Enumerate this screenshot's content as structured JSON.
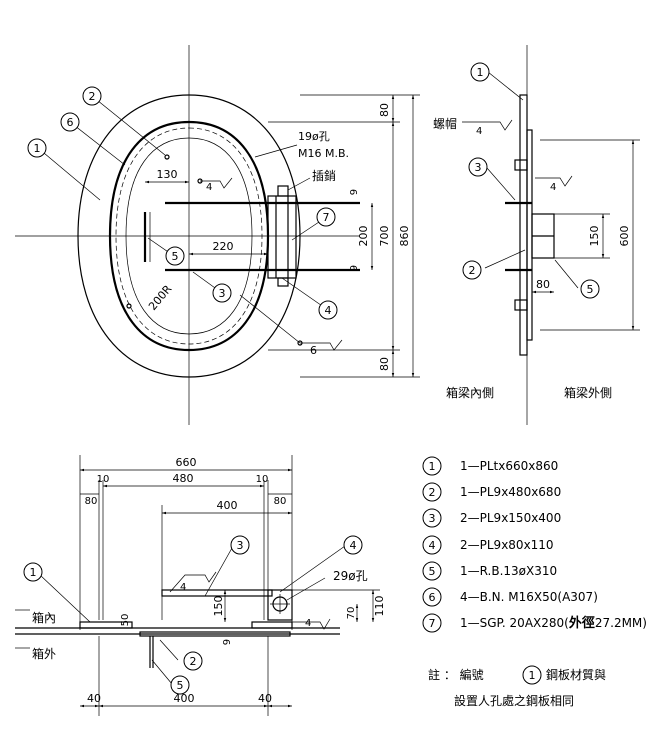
{
  "top_view": {
    "dims": {
      "d80_top": "80",
      "d700": "700",
      "d860": "860",
      "d80_bot": "80",
      "d200": "200",
      "d130": "130",
      "d220": "220",
      "d200r": "200R",
      "d9a": "9",
      "d9b": "9"
    },
    "labels": {
      "hole": "19ø孔",
      "bolt": "M16 M.B.",
      "pin": "插銷",
      "weld4a": "4",
      "weld6": "6"
    }
  },
  "side_view": {
    "dims": {
      "d600": "600",
      "d150": "150",
      "d80": "80"
    },
    "labels": {
      "nut": "螺帽",
      "weld4a": "4",
      "weld4b": "4",
      "inside": "箱梁內側",
      "outside": "箱梁外側"
    }
  },
  "section_view": {
    "dims": {
      "d660": "660",
      "d10a": "10",
      "d480": "480",
      "d10b": "10",
      "d80a": "80",
      "d80b": "80",
      "d400top": "400",
      "d150": "150",
      "d110": "110",
      "d70": "70",
      "d9": "9",
      "d40a": "40",
      "d400bot": "400",
      "d40b": "40",
      "d50": "50"
    },
    "labels": {
      "hole29": "29ø孔",
      "weld4a": "4",
      "weld4b": "4",
      "inside": "箱內",
      "outside": "箱外"
    }
  },
  "callouts": [
    "1",
    "2",
    "3",
    "4",
    "5",
    "6",
    "7"
  ],
  "legend": [
    {
      "num": "1",
      "text": "1—PLtx660x860"
    },
    {
      "num": "2",
      "text": "1—PL9x480x680"
    },
    {
      "num": "3",
      "text": "2—PL9x150x400"
    },
    {
      "num": "4",
      "text": "2—PL9x80x110"
    },
    {
      "num": "5",
      "text": "1—R.B.13øX310"
    },
    {
      "num": "6",
      "text": "4—B.N.  M16X50(A307)"
    },
    {
      "num": "7",
      "text": "1—SGP.  20AX280(",
      "text_bold": "外徑",
      "text_tail": "27.2MM)"
    }
  ],
  "note": {
    "prefix": "註  ：  編號",
    "num": "1",
    "line1_tail": "鋼板材質與",
    "line2": "設置人孔處之鋼板相同"
  }
}
